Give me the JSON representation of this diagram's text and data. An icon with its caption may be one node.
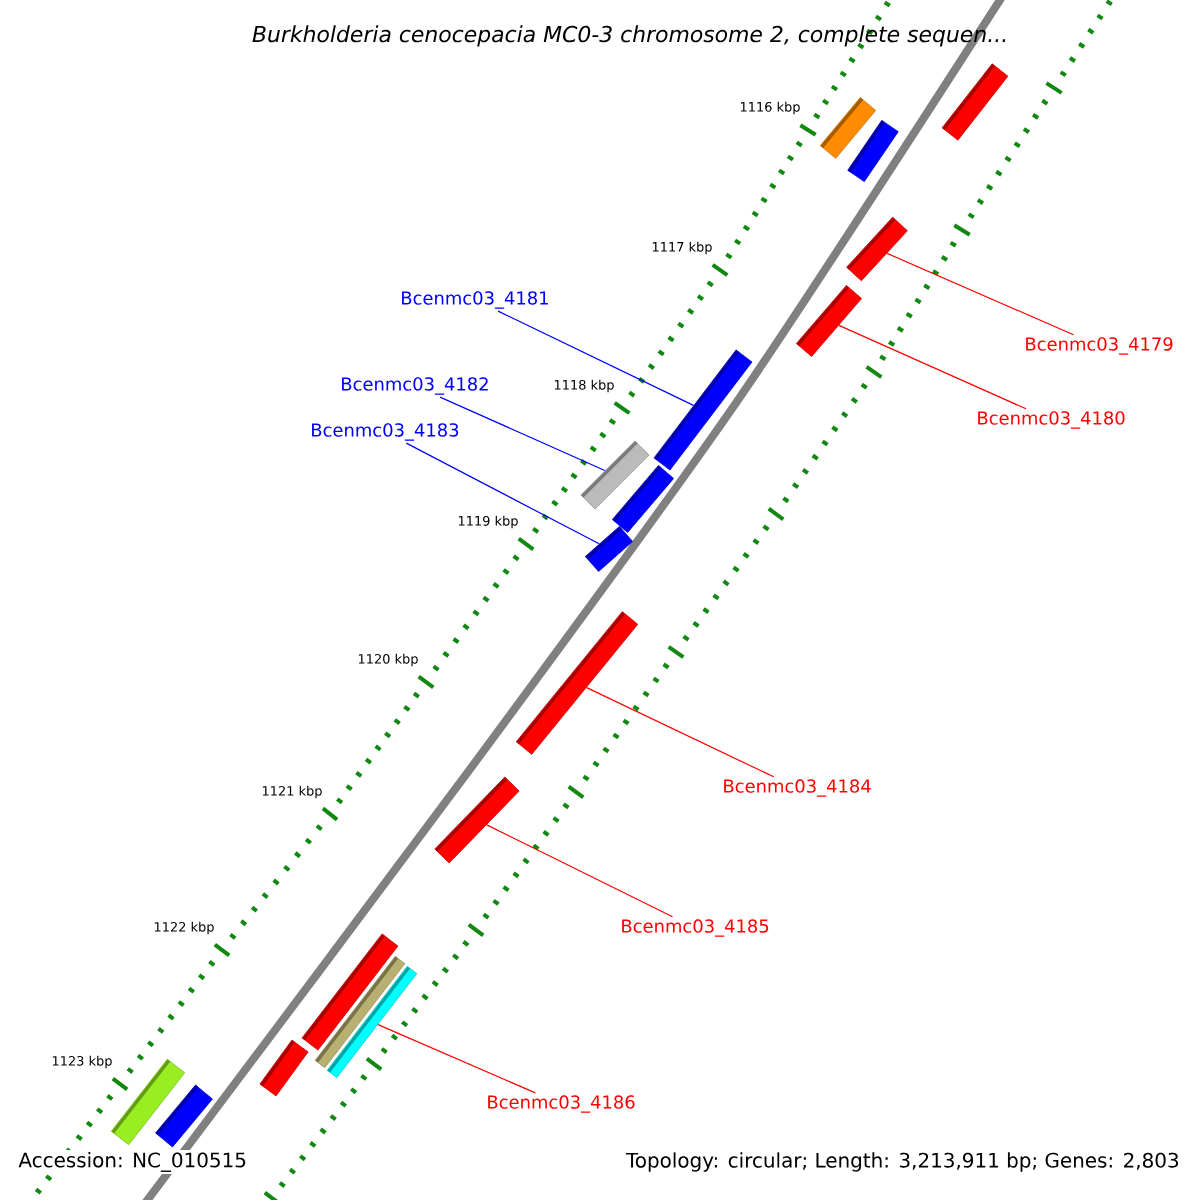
{
  "diagram": {
    "title": "Burkholderia cenocepacia MC0-3 chromosome 2, complete sequen...",
    "nodes": [
      {
        "text": [],
        "shape": "bar"
      },
      {
        "text": [],
        "shape": "bar"
      },
      {
        "text": [],
        "shape": "bar"
      },
      {
        "text": [],
        "shape": "bar"
      },
      {
        "text": [
          "Bcenmc03_4179"
        ]
      },
      {
        "text": [],
        "shape": "bar"
      },
      {
        "text": [
          "Bcenmc03_4180"
        ]
      },
      {
        "text": [
          "Bcenmc03_4181"
        ]
      },
      {
        "text": [],
        "shape": "bar"
      },
      {
        "text": [
          "Bcenmc03_4182"
        ]
      },
      {
        "text": [],
        "shape": "bar"
      },
      {
        "text": [
          "Bcenmc03_4183"
        ]
      },
      {
        "text": [],
        "shape": "bar"
      },
      {
        "text": [],
        "shape": "bar"
      },
      {
        "text": [],
        "shape": "bar"
      },
      {
        "text": [
          "Bcenmc03_4184"
        ]
      },
      {
        "text": [],
        "shape": "bar"
      },
      {
        "text": [
          "Bcenmc03_4185"
        ]
      },
      {
        "text": [],
        "shape": "bar"
      },
      {
        "text": [],
        "shape": "bar"
      },
      {
        "text": [],
        "shape": "bar"
      },
      {
        "text": [],
        "shape": "bar"
      },
      {
        "text": [
          "Bcenmc03_4186"
        ]
      },
      {
        "text": [],
        "shape": "bar"
      },
      {
        "text": [],
        "shape": "bar"
      }
    ],
    "edges": [
      {
        "from": 4,
        "to": 3,
        "arrow": "none",
        "color": "#ff0000"
      },
      {
        "from": 6,
        "to": 5,
        "arrow": "none",
        "color": "#ff0000"
      },
      {
        "from": 7,
        "to": 8,
        "arrow": "none",
        "color": "#0000ff"
      },
      {
        "from": 9,
        "to": 10,
        "arrow": "none",
        "color": "#0000ff"
      },
      {
        "from": 11,
        "to": 13,
        "arrow": "none",
        "color": "#0000ff"
      },
      {
        "from": 15,
        "to": 14,
        "arrow": "none",
        "color": "#ff0000"
      },
      {
        "from": 17,
        "to": 16,
        "arrow": "none",
        "color": "#ff0000"
      },
      {
        "from": 22,
        "to": 20,
        "arrow": "none",
        "color": "#ff0000"
      }
    ],
    "labels": [
      "1116 kbp",
      "1117 kbp",
      "1118 kbp",
      "1119 kbp",
      "1120 kbp",
      "1121 kbp",
      "1122 kbp",
      "1123 kbp",
      "Accession: NC_010515",
      "Topology: circular; Length: 3,213,911 bp; Genes: 2,803"
    ]
  }
}
